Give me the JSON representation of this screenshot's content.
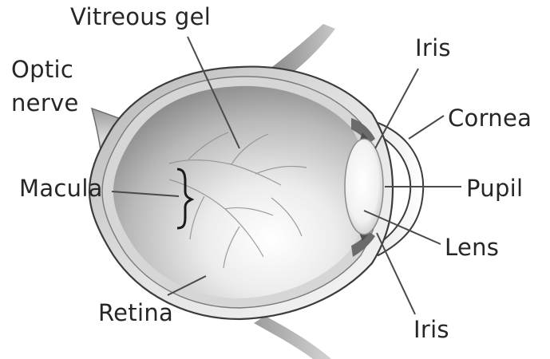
{
  "labels": {
    "vitreous_gel": "Vitreous gel",
    "optic_nerve_line1": "Optic",
    "optic_nerve_line2": "nerve",
    "macula": "Macula",
    "retina": "Retina",
    "iris_top": "Iris",
    "cornea": "Cornea",
    "pupil": "Pupil",
    "lens": "Lens",
    "iris_bottom": "Iris"
  },
  "colors": {
    "label_text": "#262626",
    "leader_line": "#4a4a4a",
    "eye_outline": "#3c3c3c",
    "vessel": "#8e8e8e",
    "macula_bracket": "#1a1a1a"
  }
}
